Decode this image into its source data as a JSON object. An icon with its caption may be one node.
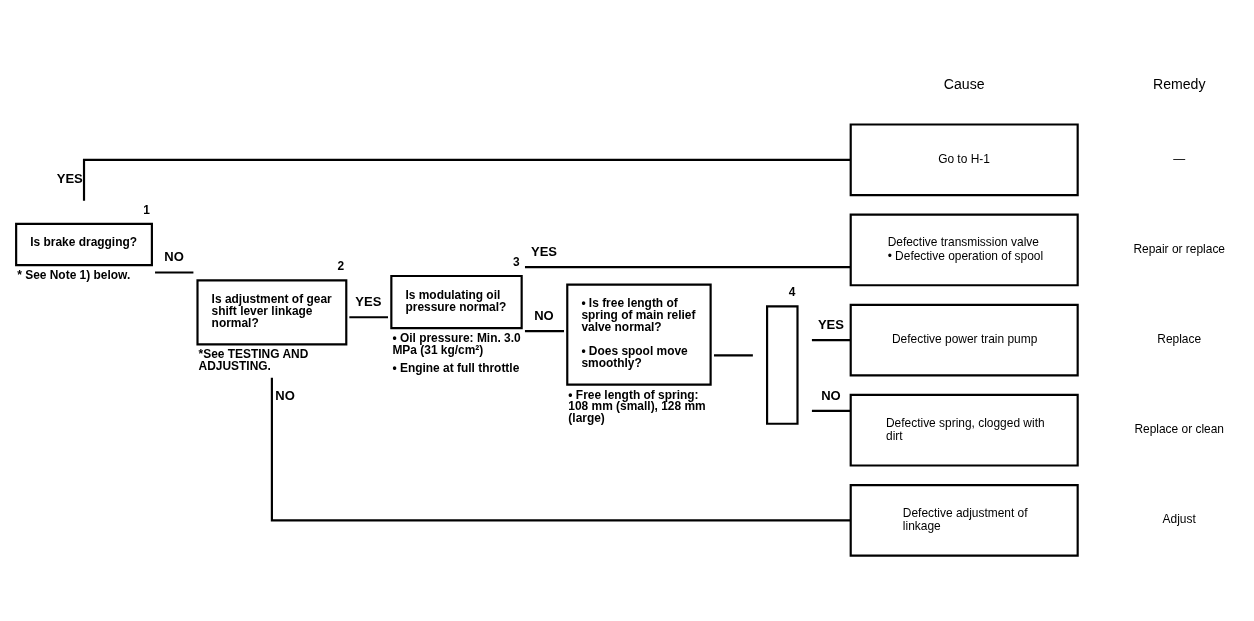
{
  "diagram": {
    "nodes": [
      {
        "text": [
          "Is brake dragging?"
        ],
        "beside": [
          "1",
          "* See Note 1) below."
        ]
      },
      {
        "text": [
          "Is adjustment of gear shift lever linkage normal?"
        ],
        "beside": [
          "2",
          "*See TESTING AND ADJUSTING."
        ]
      },
      {
        "text": [
          "Is modulating oil pressure normal?"
        ],
        "beside": [
          "3",
          "• Oil pressure: Min. 3.0 MPa (31 kg/cm²)",
          "• Engine at full throttle"
        ]
      },
      {
        "text": [
          "• Is free length of spring of main relief valve normal?",
          "• Does spool move smoothly?"
        ],
        "beside": [
          "• Free length of spring: 108 mm (small), 128 mm (large)"
        ]
      },
      {
        "text": [],
        "shape": "box",
        "beside": [
          "4"
        ]
      },
      {
        "text": [
          "Go to H-1"
        ]
      },
      {
        "text": [
          "Defective transmission valve",
          "• Defective operation of spool"
        ]
      },
      {
        "text": [
          "Defective power train pump"
        ]
      },
      {
        "text": [
          "Defective spring, clogged with dirt"
        ]
      },
      {
        "text": [
          "Defective adjustment of linkage"
        ]
      }
    ],
    "edges": [
      {
        "from": 0,
        "to": 5,
        "arrow": "none",
        "label": "YES"
      },
      {
        "from": 0,
        "to": 1,
        "arrow": "none",
        "label": "NO"
      },
      {
        "from": 1,
        "to": 2,
        "arrow": "none",
        "label": "YES"
      },
      {
        "from": 1,
        "to": 9,
        "arrow": "none",
        "label": "NO"
      },
      {
        "from": 2,
        "to": 6,
        "arrow": "none",
        "label": "YES"
      },
      {
        "from": 2,
        "to": 3,
        "arrow": "none",
        "label": "NO"
      },
      {
        "from": 3,
        "to": 4,
        "arrow": "none"
      },
      {
        "from": 4,
        "to": 7,
        "arrow": "none",
        "label": "YES"
      },
      {
        "from": 4,
        "to": 8,
        "arrow": "none",
        "label": "NO"
      }
    ],
    "labels": [
      "Cause",
      "Remedy",
      "—",
      "Repair or replace",
      "Replace",
      "Replace or clean",
      "Adjust"
    ]
  }
}
